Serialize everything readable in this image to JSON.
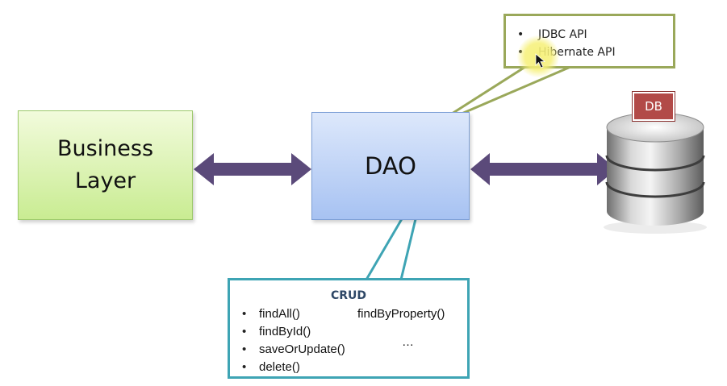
{
  "diagram": {
    "business_box": {
      "line1": "Business",
      "line2": "Layer"
    },
    "dao_box": {
      "label": "DAO"
    },
    "top_callout": {
      "items": [
        "JDBC API",
        "Hibernate API"
      ]
    },
    "db": {
      "label": "DB"
    },
    "crud_callout": {
      "title": "CRUD",
      "left_items": [
        "findAll()",
        "findById()",
        "saveOrUpdate()",
        "delete()"
      ],
      "right_item": "findByProperty()",
      "ellipsis": "…"
    },
    "colors": {
      "arrow": "#5b4a7a",
      "business_fill": "#c9ec92",
      "dao_fill": "#a7c2f2",
      "top_callout_border": "#9aa85a",
      "crud_callout_border": "#3ea4b4",
      "db_tag": "#b24a48"
    }
  }
}
